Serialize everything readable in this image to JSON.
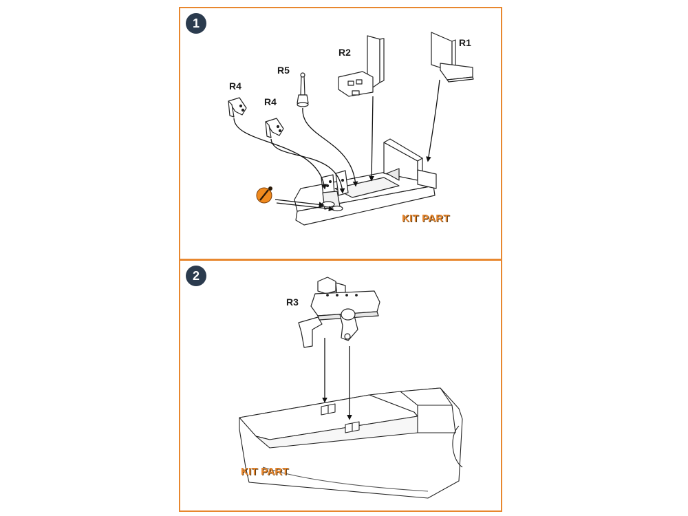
{
  "steps": [
    {
      "number": "1",
      "labels": {
        "r1": "R1",
        "r2": "R2",
        "r4a": "R4",
        "r4b": "R4",
        "r5": "R5"
      },
      "kit_part": "KIT PART"
    },
    {
      "number": "2",
      "labels": {
        "r3": "R3"
      },
      "kit_part": "KIT PART"
    }
  ],
  "colors": {
    "frame": "#e8872e",
    "badge": "#2b3b4e",
    "kit_part_text": "#e8872e",
    "paint_marker": "#f08a1e"
  },
  "icons": {
    "paint_marker": "paint-brush-marker-icon"
  }
}
